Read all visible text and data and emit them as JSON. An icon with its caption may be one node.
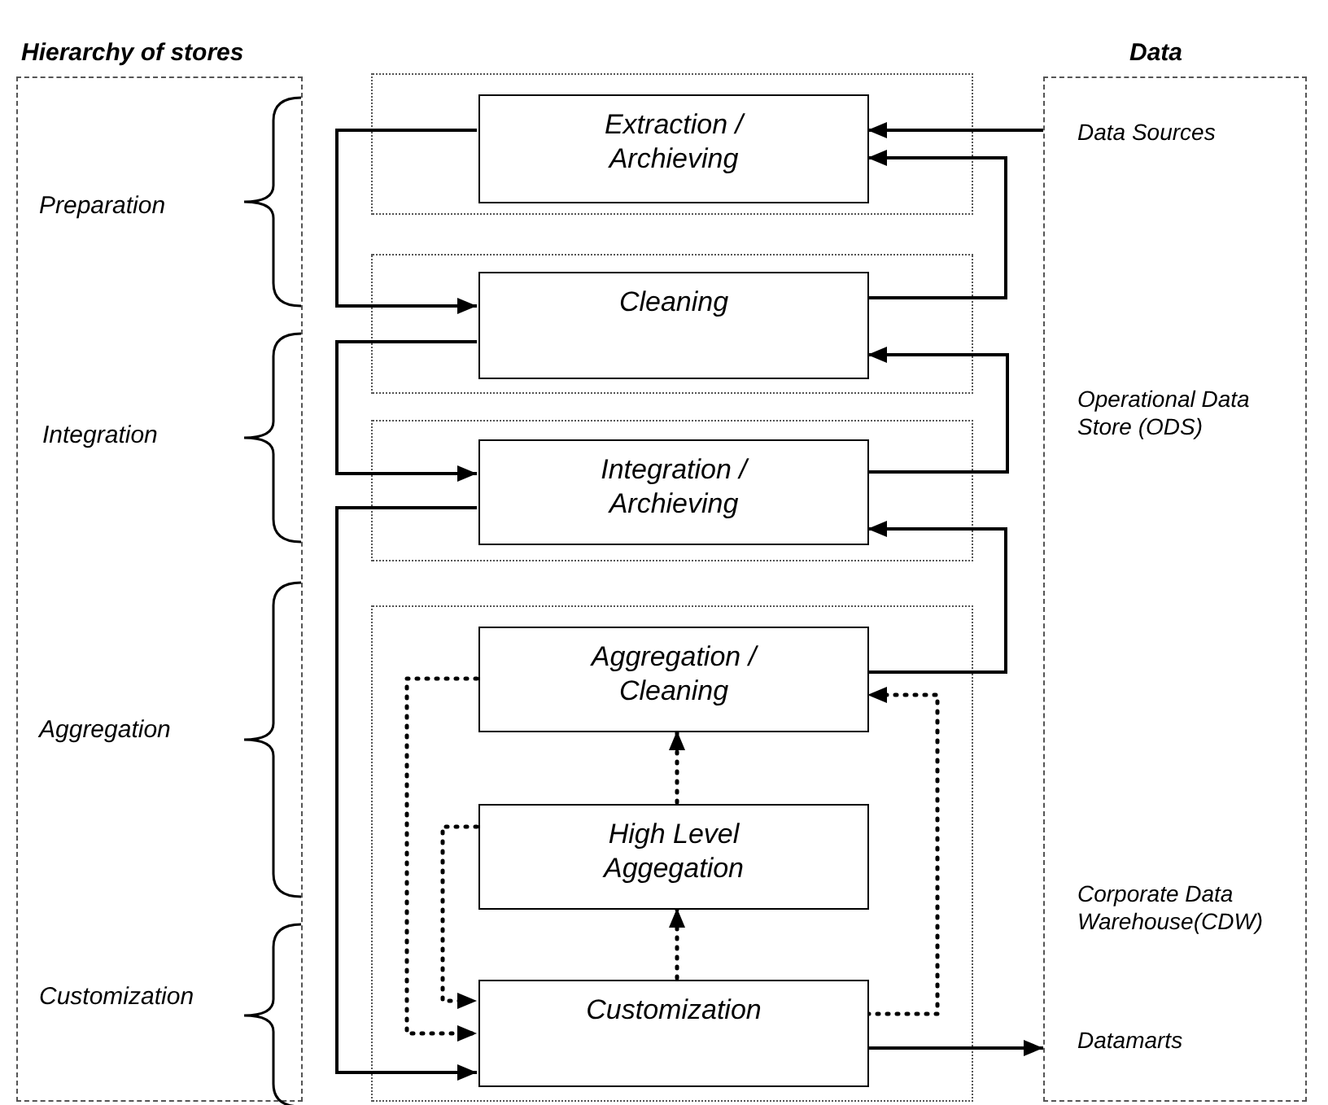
{
  "diagram": {
    "nodes": [
      {
        "text": [
          "Hierarchy of stores"
        ]
      },
      {
        "text": [
          "Data",
          "Data Sources",
          "Operational Data Store (ODS)",
          "Corporate Data Warehouse(CDW)",
          "Datamarts"
        ]
      },
      {
        "text": [],
        "shape": "box"
      },
      {
        "text": [],
        "shape": "box"
      },
      {
        "text": [],
        "shape": "box"
      },
      {
        "text": [],
        "shape": "box"
      },
      {
        "text": [
          "Extraction / Archieving"
        ],
        "in": 2
      },
      {
        "text": [
          "Cleaning"
        ],
        "in": 3
      },
      {
        "text": [
          "Integration / Archieving"
        ],
        "in": 4
      },
      {
        "text": [
          "Aggregation / Cleaning"
        ],
        "in": 5
      },
      {
        "text": [
          "High Level Aggegation"
        ],
        "in": 5
      },
      {
        "text": [
          "Customization"
        ],
        "in": 5
      }
    ],
    "edges": [
      {
        "from": 1,
        "to": 6,
        "arrow": "to"
      },
      {
        "from": 7,
        "to": 6,
        "arrow": "to"
      },
      {
        "from": 6,
        "to": 7,
        "arrow": "to"
      },
      {
        "from": 8,
        "to": 7,
        "arrow": "to"
      },
      {
        "from": 7,
        "to": 8,
        "arrow": "to"
      },
      {
        "from": 9,
        "to": 8,
        "arrow": "to"
      },
      {
        "from": 8,
        "to": 11,
        "arrow": "to"
      },
      {
        "from": 10,
        "to": 9,
        "arrow": "to",
        "style": "dashed"
      },
      {
        "from": 11,
        "to": 10,
        "arrow": "to",
        "style": "dashed"
      },
      {
        "from": 9,
        "to": 11,
        "arrow": "to",
        "style": "dashed"
      },
      {
        "from": 10,
        "to": 11,
        "arrow": "to",
        "style": "dashed"
      },
      {
        "from": 11,
        "to": 9,
        "arrow": "to",
        "style": "dashed"
      },
      {
        "from": 11,
        "to": 1,
        "arrow": "to"
      }
    ],
    "labels": [
      "Preparation",
      "Integration",
      "Aggregation",
      "Customization"
    ]
  }
}
